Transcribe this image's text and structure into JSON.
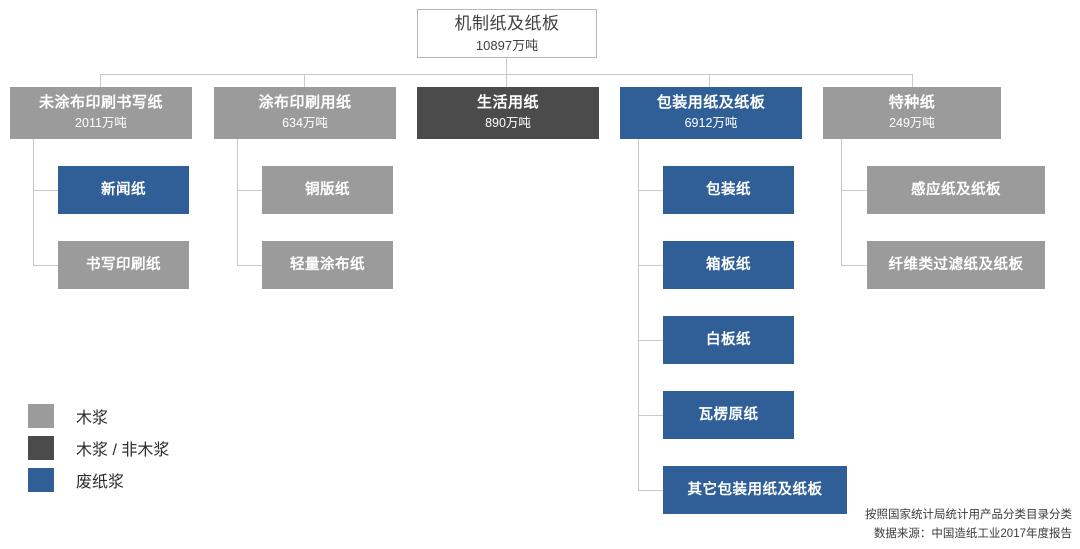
{
  "root": {
    "title": "机制纸及纸板",
    "value": "10897万吨"
  },
  "level2": [
    {
      "title": "未涂布印刷书写纸",
      "value": "2011万吨",
      "fill": "gray"
    },
    {
      "title": "涂布印刷用纸",
      "value": "634万吨",
      "fill": "gray"
    },
    {
      "title": "生活用纸",
      "value": "890万吨",
      "fill": "darkgray"
    },
    {
      "title": "包装用纸及纸板",
      "value": "6912万吨",
      "fill": "blue"
    },
    {
      "title": "特种纸",
      "value": "249万吨",
      "fill": "gray"
    }
  ],
  "level3": {
    "uncoated_printing_writing": [
      {
        "title": "新闻纸",
        "fill": "blue"
      },
      {
        "title": "书写印刷纸",
        "fill": "gray"
      }
    ],
    "coated_printing": [
      {
        "title": "铜版纸",
        "fill": "gray"
      },
      {
        "title": "轻量涂布纸",
        "fill": "gray"
      }
    ],
    "packaging": [
      {
        "title": "包装纸",
        "fill": "blue"
      },
      {
        "title": "箱板纸",
        "fill": "blue"
      },
      {
        "title": "白板纸",
        "fill": "blue"
      },
      {
        "title": "瓦楞原纸",
        "fill": "blue"
      },
      {
        "title": "其它包装用纸及纸板",
        "fill": "blue"
      }
    ],
    "specialty": [
      {
        "title": "感应纸及纸板",
        "fill": "gray"
      },
      {
        "title": "纤维类过滤纸及纸板",
        "fill": "gray"
      }
    ]
  },
  "legend": [
    {
      "label": "木浆",
      "color": "#9b9b9b"
    },
    {
      "label": "木浆 / 非木浆",
      "color": "#4b4b4b"
    },
    {
      "label": "废纸浆",
      "color": "#2f5f96"
    }
  ],
  "footer": {
    "line1": "按照国家统计局统计用产品分类目录分类",
    "line2": "数据来源：中国造纸工业2017年度报告"
  },
  "colors": {
    "gray": "#9b9b9b",
    "darkgray": "#4b4b4b",
    "blue": "#2f5f96",
    "connector": "#c9c9c9",
    "root_border": "#b6b6b6"
  }
}
